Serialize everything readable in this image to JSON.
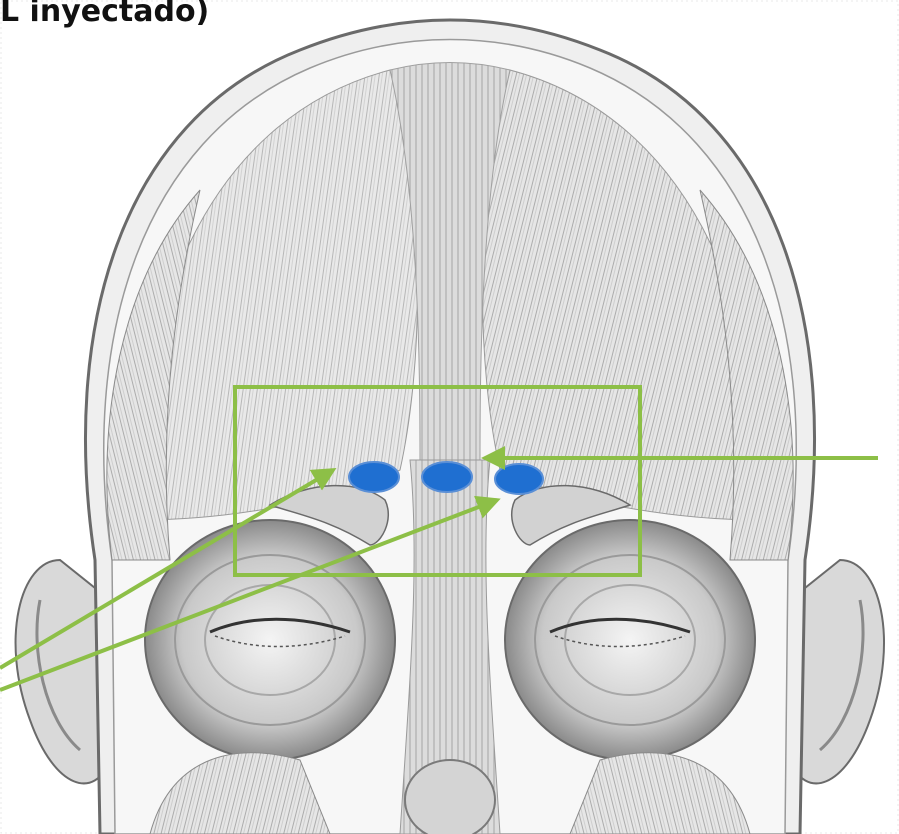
{
  "title": "L inyectado)",
  "colors": {
    "background": "#ffffff",
    "annotation_green": "#8dbf47",
    "injection_point_blue": "#1f6fd1",
    "muscle_light": "#ededed",
    "muscle_mid": "#bdbdbd",
    "muscle_dark": "#7a7a7a",
    "outline": "#6a6a6a"
  },
  "diagram": {
    "subject": "facial-muscles-front-view",
    "injection_points": 3,
    "arrows": 3,
    "highlight_box": true
  }
}
